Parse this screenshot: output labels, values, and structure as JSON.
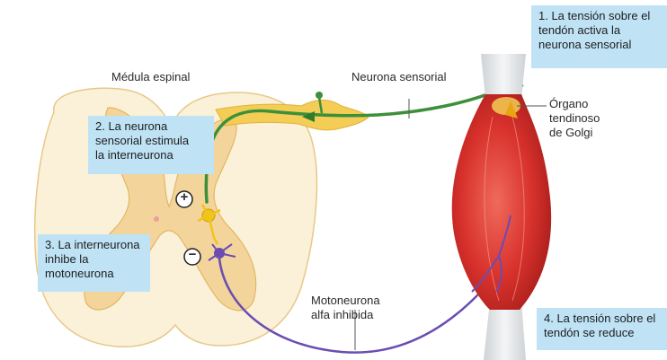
{
  "labels": {
    "spinal_cord": "Médula espinal",
    "sensory_neuron": "Neurona sensorial",
    "golgi_organ": [
      "Órgano",
      "tendinoso",
      "de Golgi"
    ],
    "motor_neuron": [
      "Motoneurona",
      "alfa inhibida"
    ],
    "plus_sign": "+",
    "minus_sign": "−"
  },
  "steps": {
    "step1": [
      "1. La tensión sobre el",
      "tendón activa la",
      "neurona sensorial"
    ],
    "step2": [
      "2. La neurona",
      "sensorial estimula",
      "la interneurona"
    ],
    "step3": [
      "3. La interneurona",
      "inhibe la",
      "motoneurona"
    ],
    "step4": [
      "4. La tensión sobre el",
      "tendón se reduce"
    ]
  },
  "colors": {
    "spinal_white_matter": "#fbf1d8",
    "spinal_gray_matter": "#f3d49a",
    "sensory_neuron": "#3e8f3a",
    "interneuron": "#f0c419",
    "motor_neuron": "#6a4cb3",
    "muscle": "#d8312c",
    "tendon": "#e6e6e6",
    "label_box": "#bfe3f5"
  }
}
